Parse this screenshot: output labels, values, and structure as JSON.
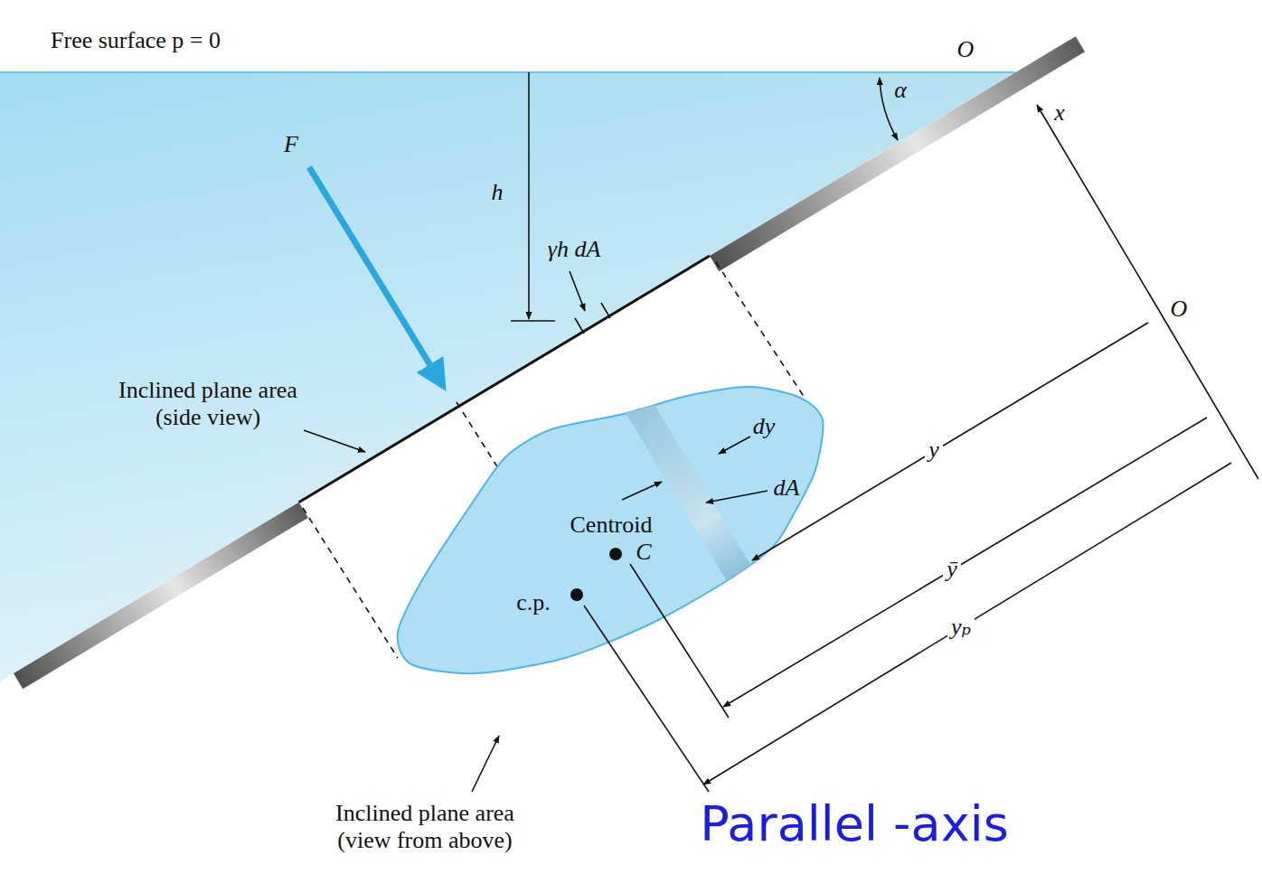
{
  "diagram": {
    "labels": [
      "Free surface p = 0",
      "O",
      "α",
      "x",
      "F",
      "h",
      "γh dA",
      "O",
      "Inclined plane area (side view)",
      "dy",
      "dA",
      "Centroid",
      "C",
      "c.p.",
      "y",
      "ȳ",
      "yₚ",
      "Inclined plane area (view from above)",
      "Parallel -axis"
    ]
  }
}
